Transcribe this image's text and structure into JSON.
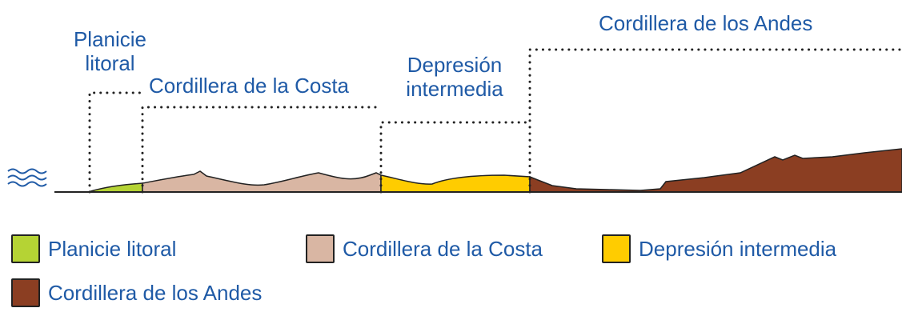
{
  "regions": {
    "planicie": {
      "label_line1": "Planicie",
      "label_line2": "litoral",
      "color": "#b5d334"
    },
    "costa": {
      "label": "Cordillera de la Costa",
      "color": "#d9b6a3"
    },
    "depresion": {
      "label_line1": "Depresión",
      "label_line2": "intermedia",
      "color": "#ffcc00"
    },
    "andes": {
      "label": "Cordillera de los Andes",
      "color": "#8b3e22"
    }
  },
  "sea_icon": "waves-icon",
  "legend": [
    {
      "label": "Planicie litoral",
      "color": "#b5d334"
    },
    {
      "label": "Cordillera de la Costa",
      "color": "#d9b6a3"
    },
    {
      "label": "Depresión intermedia",
      "color": "#ffcc00"
    },
    {
      "label": "Cordillera de los Andes",
      "color": "#8b3e22"
    }
  ],
  "text_color": "#1f5aa6"
}
